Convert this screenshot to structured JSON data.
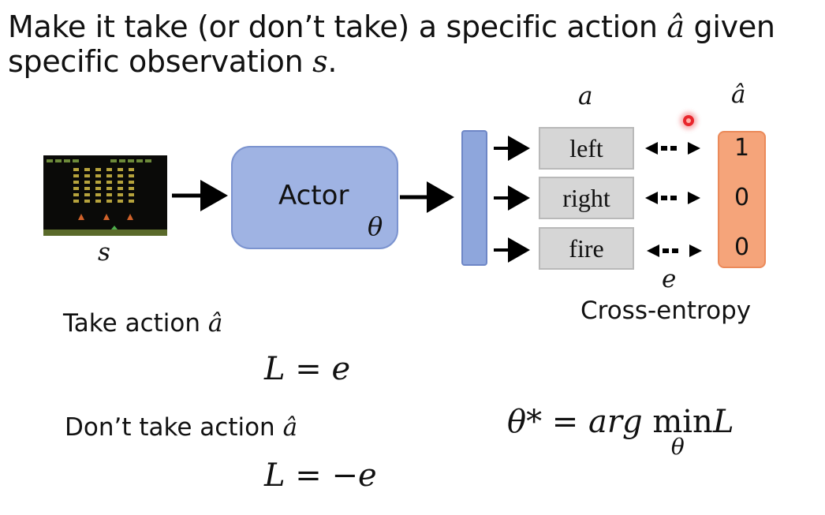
{
  "title": {
    "line1_prefix": "Make it take (or don’t take) a specific action",
    "a_hat": "â",
    "line1_suffix": "given",
    "line2_prefix": "specific observation",
    "s": "s",
    "period": "."
  },
  "diagram": {
    "observation_label": "s",
    "actor_label": "Actor",
    "actor_param": "θ",
    "output_label": "a",
    "target_label": "â",
    "actions": [
      "left",
      "right",
      "fire"
    ],
    "target_values": [
      "1",
      "0",
      "0"
    ],
    "error_label": "e",
    "loss_name": "Cross-entropy"
  },
  "equations": {
    "take_prefix": "Take action",
    "take_symbol": "â",
    "loss_take": "L = e",
    "dont_prefix": "Don’t take action",
    "dont_symbol": "â",
    "loss_dont": "L = −e",
    "theta_star_lhs": "θ* = arg",
    "theta_star_min": "min",
    "theta_star_sub": "θ",
    "theta_star_rhs": "L"
  },
  "colors": {
    "actor_fill": "#9fb3e3",
    "output_bar": "#8ea6dc",
    "target_fill": "#f5a47a",
    "action_fill": "#d6d6d6"
  }
}
